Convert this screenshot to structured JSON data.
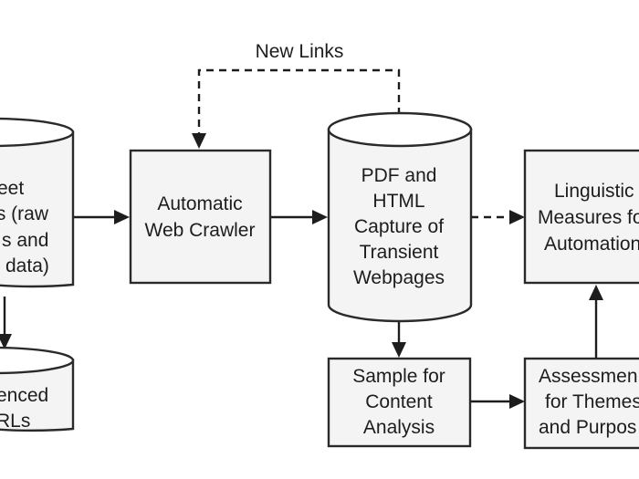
{
  "nodes": {
    "tweet_datasets": {
      "shape": "cylinder",
      "lines": [
        "reet",
        "ts (raw",
        "s and",
        "data)"
      ]
    },
    "referenced_urls": {
      "shape": "cylinder",
      "lines": [
        "enced",
        "RLs"
      ]
    },
    "web_crawler": {
      "shape": "box",
      "lines": [
        "Automatic",
        "Web Crawler"
      ]
    },
    "webpage_capture": {
      "shape": "cylinder",
      "lines": [
        "PDF and",
        "HTML",
        "Capture of",
        "Transient",
        "Webpages"
      ]
    },
    "linguistic_measures": {
      "shape": "box",
      "lines": [
        "Linguistic",
        "Measures fo",
        "Automation"
      ]
    },
    "content_sample": {
      "shape": "box",
      "lines": [
        "Sample for",
        "Content",
        "Analysis"
      ]
    },
    "assessment": {
      "shape": "box",
      "lines": [
        "Assessmen",
        "for Themes",
        "and Purpos"
      ]
    }
  },
  "edges": {
    "new_links_label": "New Links"
  },
  "colors": {
    "stroke": "#2a2a2a",
    "fill": "#f4f4f4",
    "text": "#1d1d1d"
  }
}
